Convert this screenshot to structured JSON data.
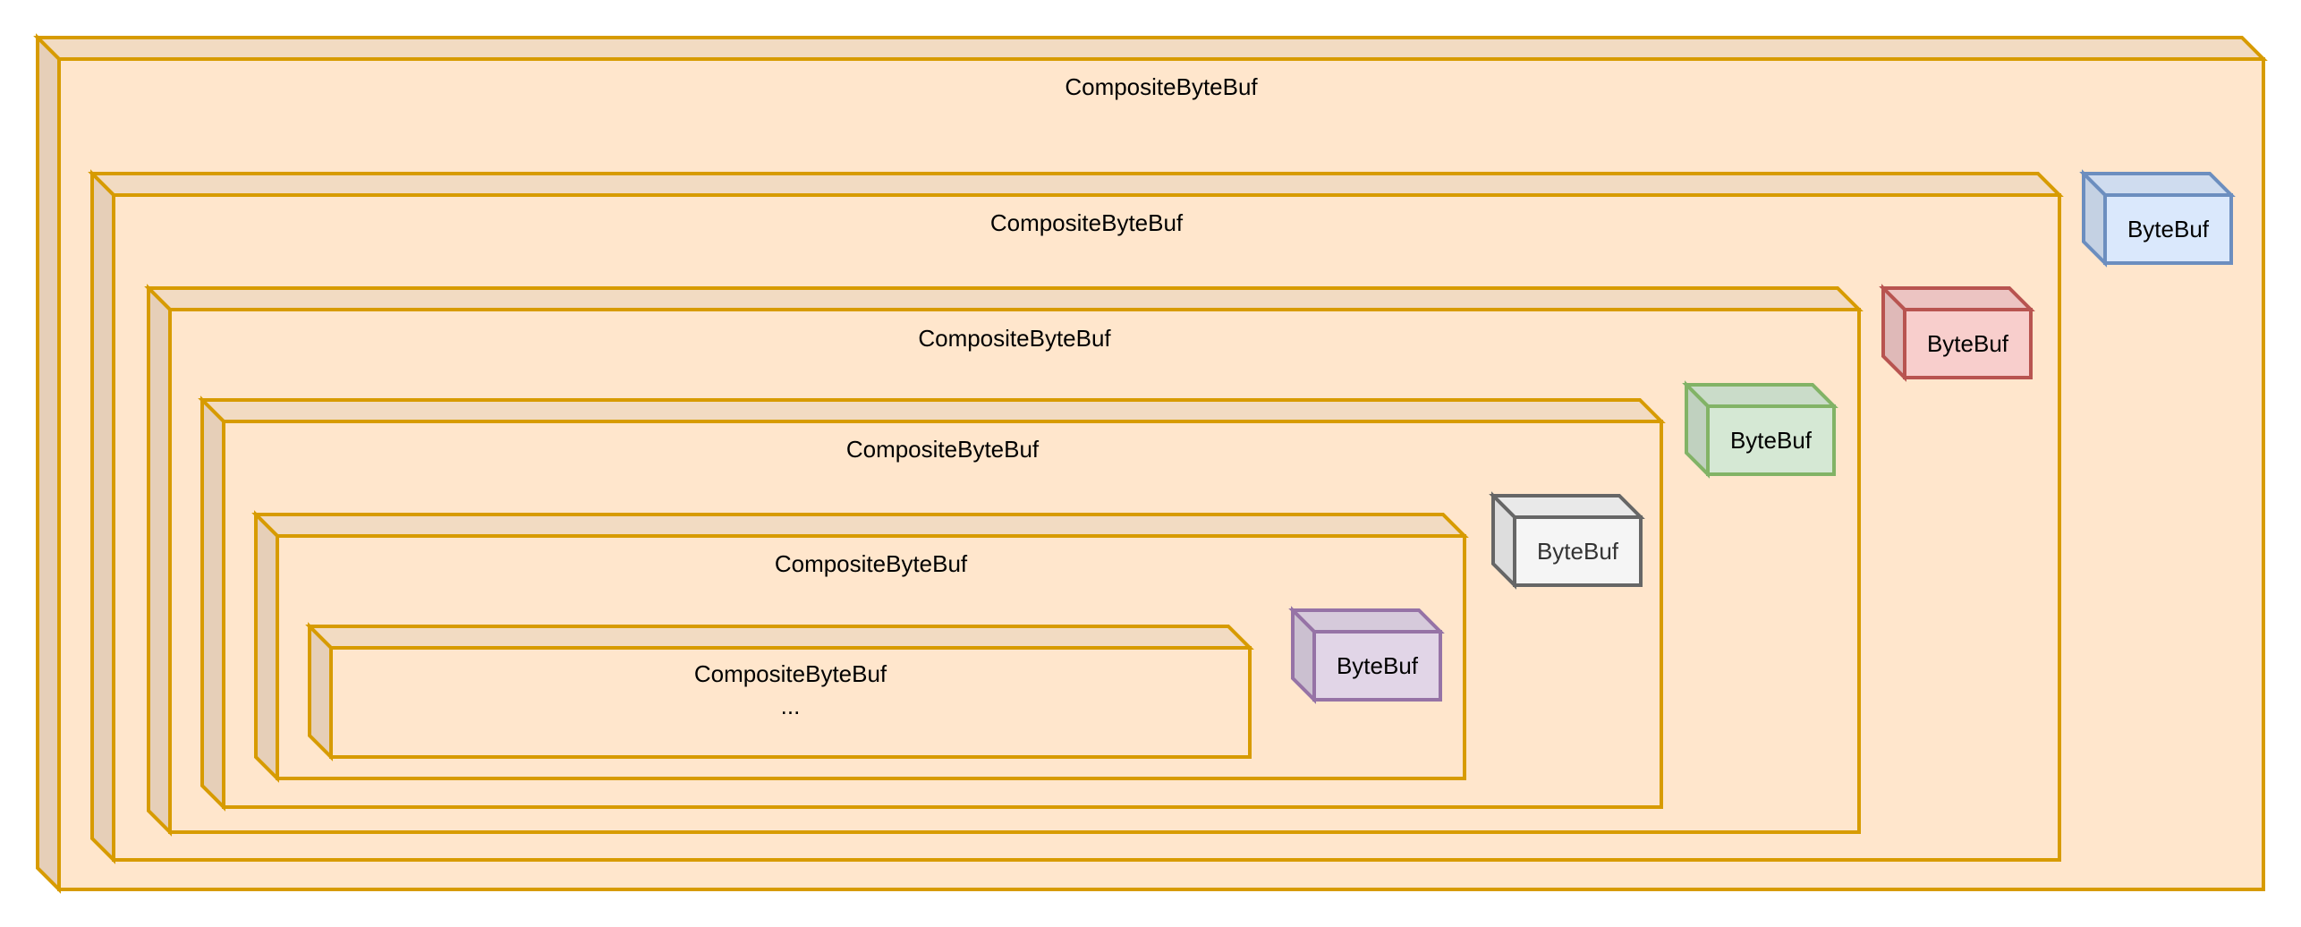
{
  "diagram": {
    "composites": [
      {
        "label": "CompositeByteBuf",
        "sublabel": ""
      },
      {
        "label": "CompositeByteBuf",
        "sublabel": ""
      },
      {
        "label": "CompositeByteBuf",
        "sublabel": ""
      },
      {
        "label": "CompositeByteBuf",
        "sublabel": ""
      },
      {
        "label": "CompositeByteBuf",
        "sublabel": ""
      },
      {
        "label": "CompositeByteBuf",
        "sublabel": "..."
      }
    ],
    "composite_style": {
      "fill": "#ffe6cc",
      "stroke": "#d79b00"
    },
    "bytebufs": [
      {
        "label": "ByteBuf",
        "fill": "#dae8fc",
        "stroke": "#6c8ebf",
        "text_color": "#000000"
      },
      {
        "label": "ByteBuf",
        "fill": "#f8cecc",
        "stroke": "#b85450",
        "text_color": "#000000"
      },
      {
        "label": "ByteBuf",
        "fill": "#d5e8d4",
        "stroke": "#82b366",
        "text_color": "#000000"
      },
      {
        "label": "ByteBuf",
        "fill": "#f5f5f5",
        "stroke": "#666666",
        "text_color": "#333333"
      },
      {
        "label": "ByteBuf",
        "fill": "#e1d5e7",
        "stroke": "#9673a6",
        "text_color": "#000000"
      }
    ]
  }
}
